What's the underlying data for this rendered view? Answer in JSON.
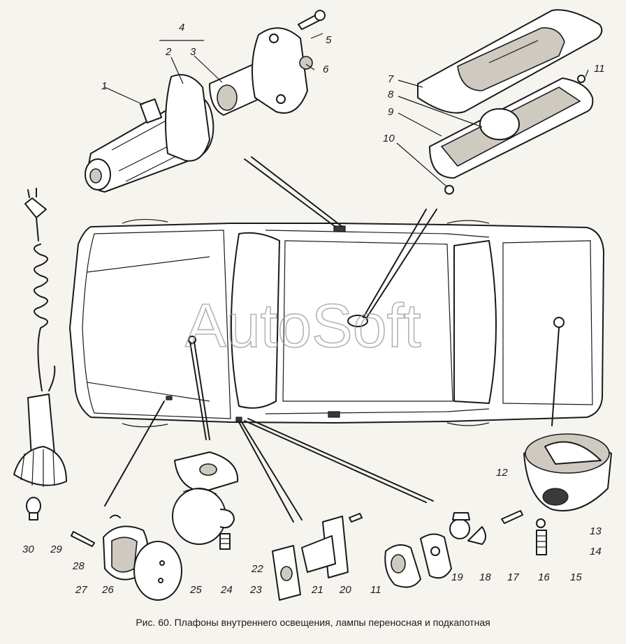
{
  "watermark": "AutoSoft",
  "caption": "Рис. 60. Плафоны внутреннего освещения, лампы переносная и подкапотная",
  "callouts": [
    "1",
    "2",
    "3",
    "4",
    "5",
    "6",
    "7",
    "8",
    "9",
    "10",
    "11",
    "11",
    "12",
    "13",
    "14",
    "15",
    "16",
    "17",
    "18",
    "19",
    "20",
    "21",
    "22",
    "23",
    "24",
    "25",
    "26",
    "27",
    "28",
    "29",
    "30"
  ],
  "colors": {
    "ink": "#1a1a1a",
    "paper": "#f6f4ef",
    "watermark": "#9a9a9a"
  }
}
